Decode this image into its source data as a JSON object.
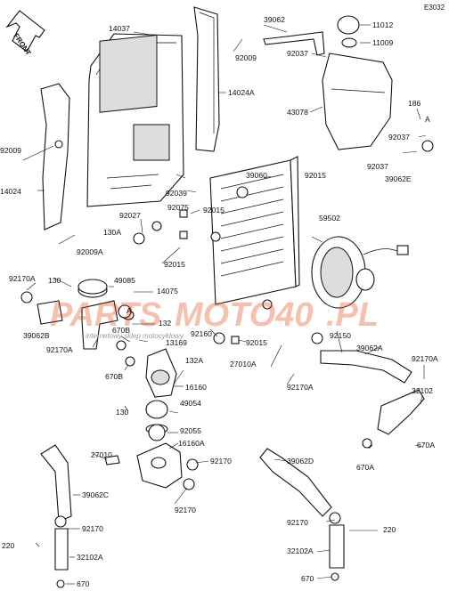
{
  "corner_code": "E3032",
  "front_label": "FRONT",
  "watermark": {
    "text_part1": "PARTS",
    "text_part2": "MOTO40",
    "text_part3": ".PL",
    "subtitle": "internetowy sklep motocyklowy"
  },
  "labels": {
    "l_14037": "14037",
    "l_92009_top": "92009",
    "l_39062_top": "39062",
    "l_11012": "11012",
    "l_11009": "11009",
    "l_92037_top": "92037",
    "l_14024A": "14024A",
    "l_186": "186",
    "l_43078": "43078",
    "l_A_right": "A",
    "l_92037_mid": "92037",
    "l_92037_low": "92037",
    "l_39062E": "39062E",
    "l_92009_left": "92009",
    "l_14024": "14024",
    "l_39060": "39060",
    "l_92015_a": "92015",
    "l_92039": "92039",
    "l_92027": "92027",
    "l_92075": "92075",
    "l_92015_b": "92015",
    "l_130A": "130A",
    "l_92009A": "92009A",
    "l_59502": "59502",
    "l_92015_c": "92015",
    "l_92170A_top": "92170A",
    "l_130": "130",
    "l_49085": "49085",
    "l_14075": "14075",
    "l_A_left": "A",
    "l_39062B": "39062B",
    "l_92170A_left": "92170A",
    "l_132": "132",
    "l_670B_a": "670B",
    "l_13169": "13169",
    "l_92160": "92160",
    "l_92015_d": "92015",
    "l_92150": "92150",
    "l_39062A": "39062A",
    "l_92170A_right": "92170A",
    "l_27010A": "27010A",
    "l_670B_b": "670B",
    "l_132A": "132A",
    "l_16160": "16160",
    "l_92170A_mid": "92170A",
    "l_130_b": "130",
    "l_49054": "49054",
    "l_32102": "32102",
    "l_92055": "92055",
    "l_16160A": "16160A",
    "l_670A_a": "670A",
    "l_670A_b": "670A",
    "l_27010": "27010",
    "l_92170_a": "92170",
    "l_39062D": "39062D",
    "l_39062C": "39062C",
    "l_92170_b": "92170",
    "l_92170_c": "92170",
    "l_92170_d": "92170",
    "l_220_left": "220",
    "l_220_right": "220",
    "l_32102A_left": "32102A",
    "l_32102A_right": "32102A",
    "l_670_left": "670",
    "l_670_right": "670"
  }
}
